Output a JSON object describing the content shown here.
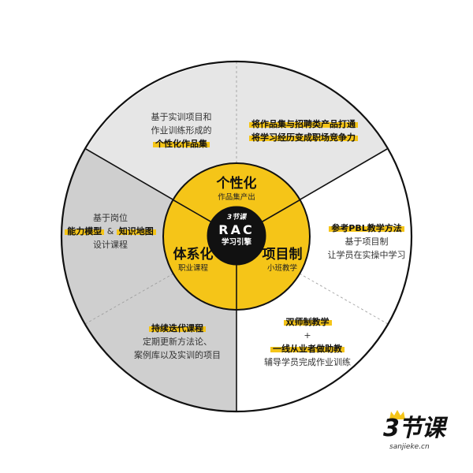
{
  "colors": {
    "accent": "#f5c518",
    "outline": "#111111",
    "sector_top": "#e6e6e6",
    "sector_left": "#cfcfcf",
    "sector_right": "#ffffff",
    "core": "#111111"
  },
  "core": {
    "brand": "3节课",
    "title": "RAC",
    "subtitle": "学习引擎"
  },
  "ring": [
    {
      "title": "个性化",
      "subtitle": "作品集产出"
    },
    {
      "title": "体系化",
      "subtitle": "职业课程"
    },
    {
      "title": "项目制",
      "subtitle": "小班教学"
    }
  ],
  "sectors": {
    "top_left": {
      "line1": "基于实训项目和",
      "line2": "作业训练形成的",
      "highlight": "个性化作品集"
    },
    "top_right": {
      "highlight1": "将作品集与招聘类产品打通",
      "highlight2": "将学习经历变成职场竞争力"
    },
    "left_upper": {
      "line1": "基于岗位",
      "highlight_a": "能力模型",
      "amp": "&",
      "highlight_b": "知识地图",
      "line3": "设计课程"
    },
    "left_lower": {
      "highlight": "持续迭代课程",
      "line1": "定期更新方法论、",
      "line2": "案例库以及实训的项目"
    },
    "right_upper": {
      "highlight": "参考PBL教学方法",
      "line1": "基于项目制",
      "line2": "让学员在实操中学习"
    },
    "right_lower": {
      "highlight1": "双师制教学",
      "plus": "+",
      "highlight2": "一线从业者做助教",
      "line1": "辅导学员完成作业训练"
    }
  },
  "logo": {
    "mark": "3节课",
    "url": "sanjieke.cn"
  }
}
